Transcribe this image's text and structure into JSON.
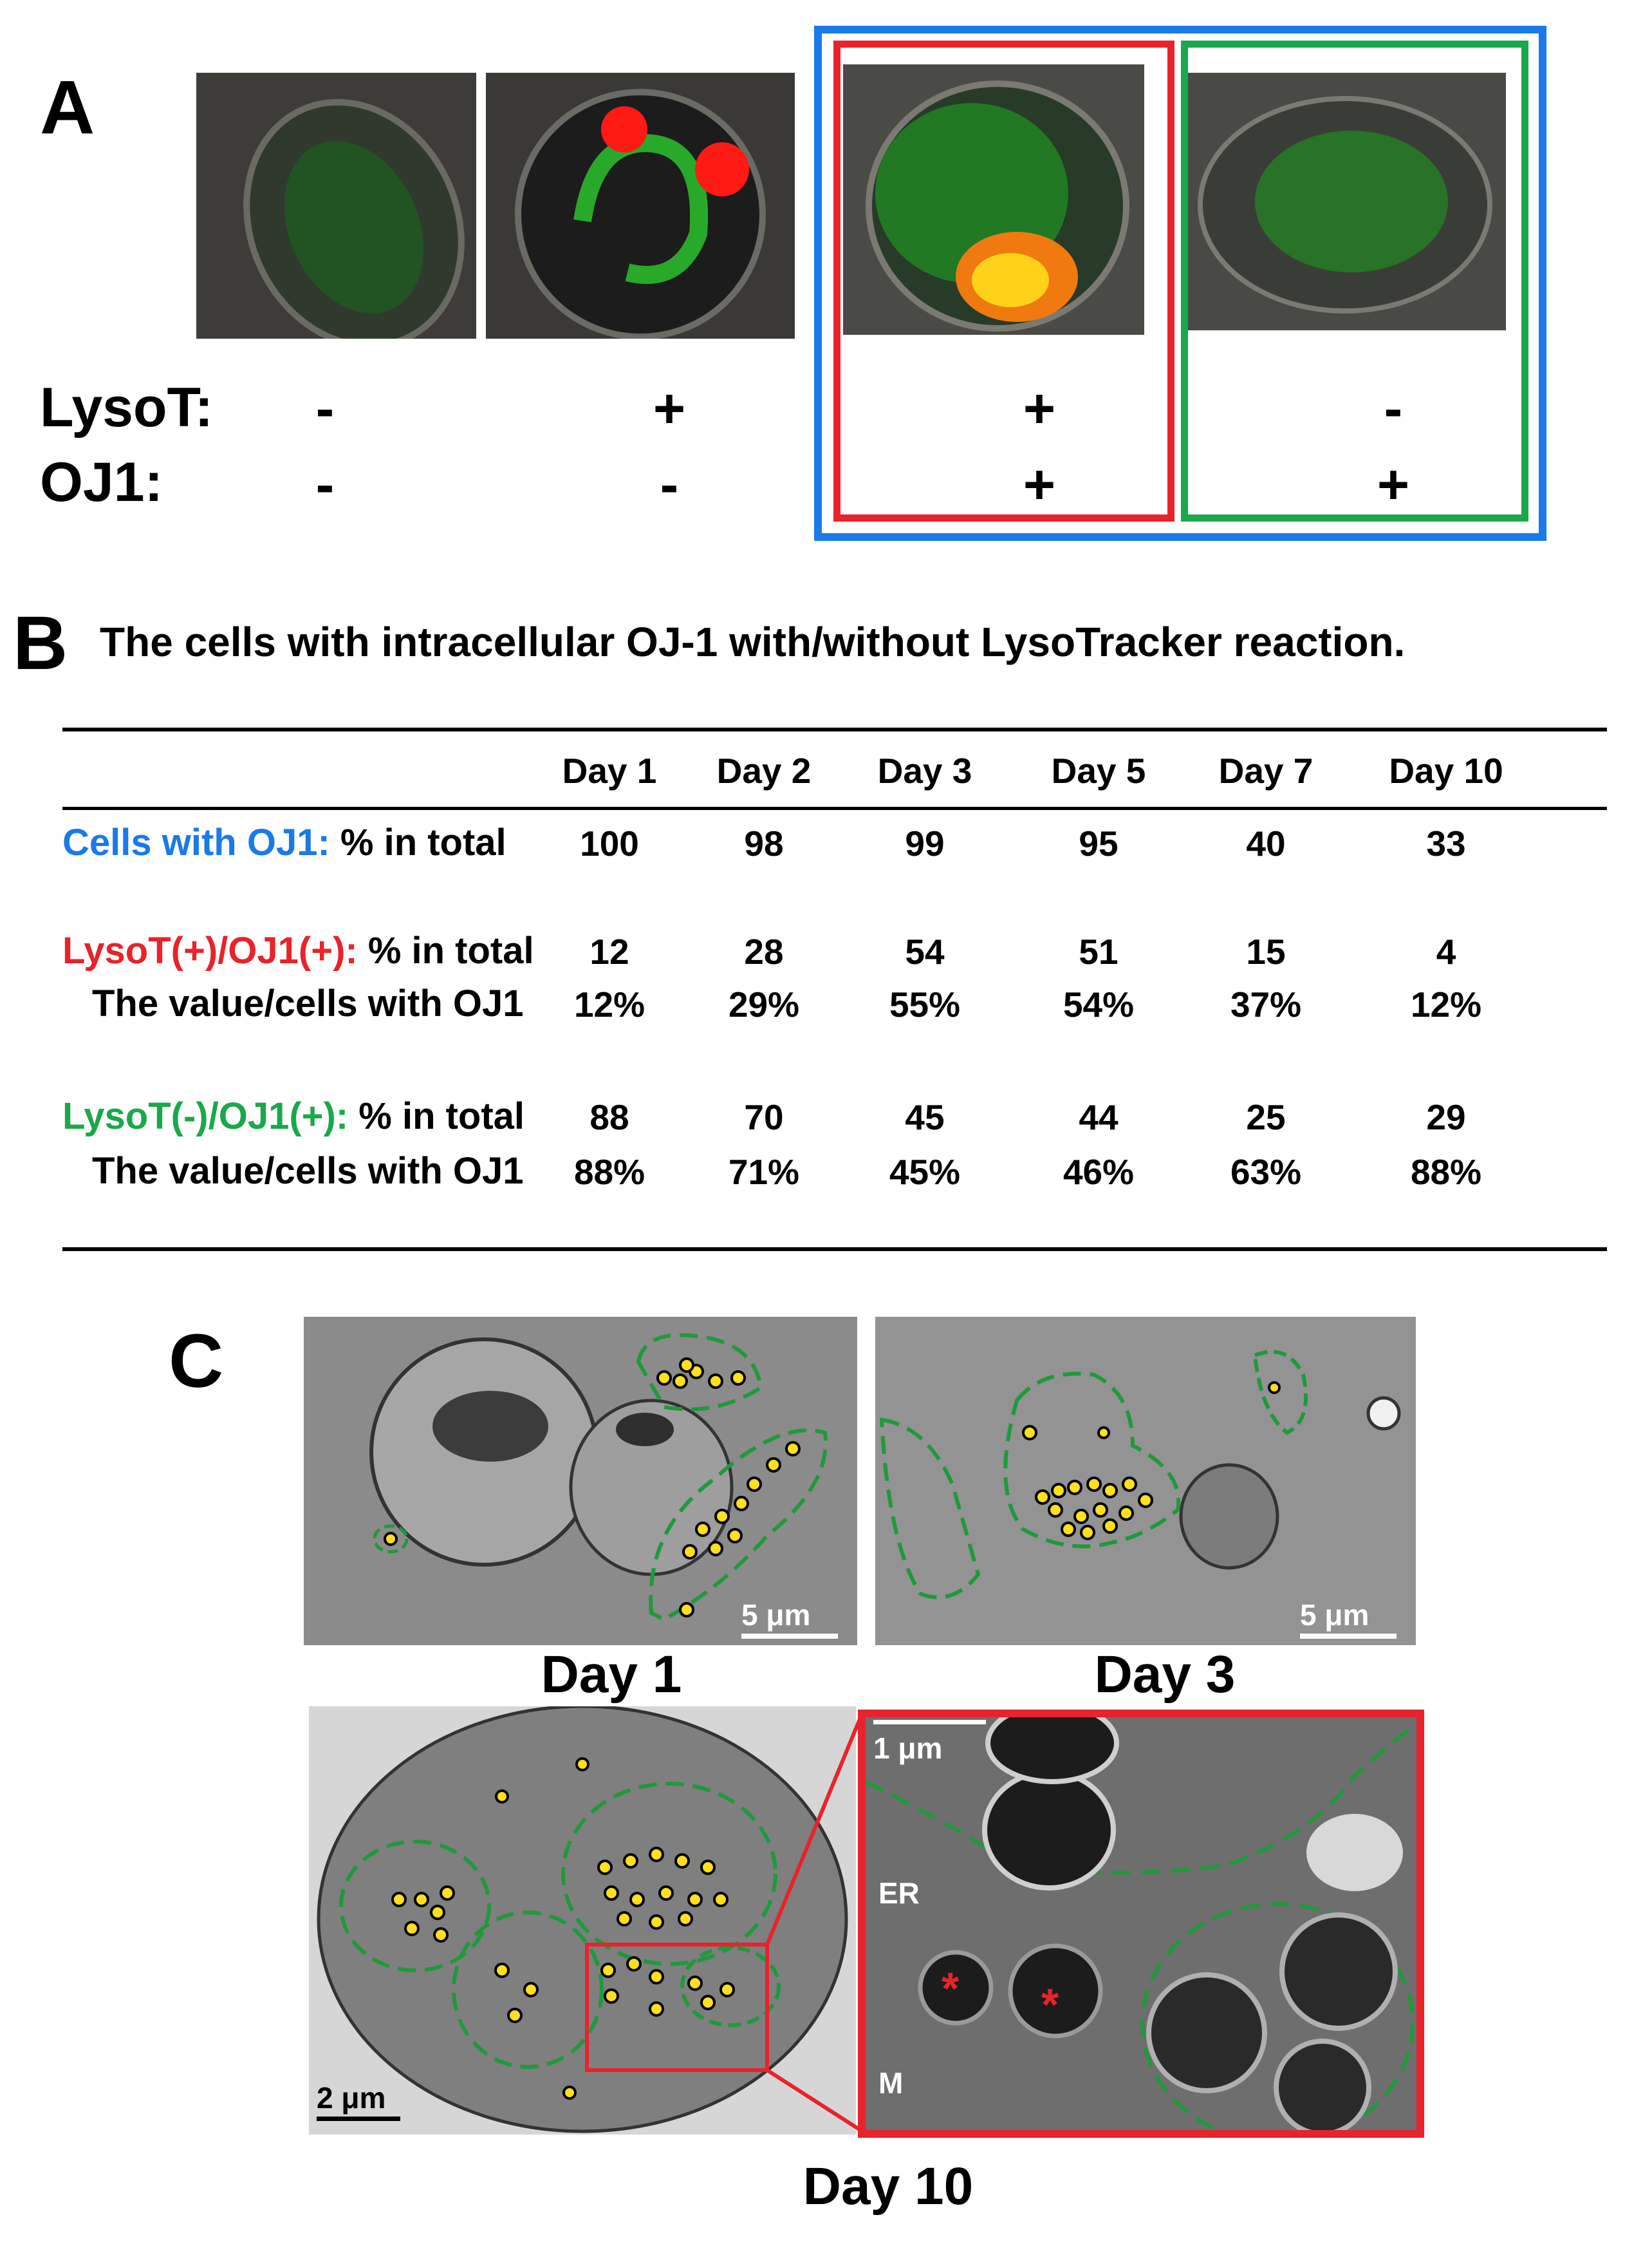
{
  "panelA": {
    "label": "A",
    "row_labels": {
      "lyso": "LysoT:",
      "oj1": "OJ1:"
    },
    "columns": [
      {
        "lyso": "-",
        "oj1": "-"
      },
      {
        "lyso": "+",
        "oj1": "-"
      },
      {
        "lyso": "+",
        "oj1": "+"
      },
      {
        "lyso": "-",
        "oj1": "+"
      }
    ],
    "colors": {
      "blue_frame": "#1a7ae8",
      "red_frame": "#e8232a",
      "green_frame": "#1aa84b"
    }
  },
  "panelB": {
    "label": "B",
    "title": "The cells with intracellular OJ-1 with/without LysoTracker reaction.",
    "headers": [
      "Day 1",
      "Day 2",
      "Day 3",
      "Day 5",
      "Day 7",
      "Day 10"
    ],
    "rows": [
      {
        "prefix": "Cells with OJ1:",
        "suffix": " % in total",
        "values": [
          "100",
          "98",
          "99",
          "95",
          "40",
          "33"
        ]
      },
      {
        "prefix": "LysoT(+)/OJ1(+):",
        "suffix": " % in total",
        "values": [
          "12",
          "28",
          "54",
          "51",
          "15",
          "4"
        ]
      },
      {
        "prefix": "",
        "suffix": "The value/cells with OJ1",
        "values": [
          "12%",
          "29%",
          "55%",
          "54%",
          "37%",
          "12%"
        ]
      },
      {
        "prefix": "LysoT(-)/OJ1(+):",
        "suffix": " % in total",
        "values": [
          "88",
          "70",
          "45",
          "44",
          "25",
          "29"
        ]
      },
      {
        "prefix": "",
        "suffix": "The value/cells with OJ1",
        "values": [
          "88%",
          "71%",
          "45%",
          "46%",
          "63%",
          "88%"
        ]
      }
    ],
    "colors": {
      "blue": "#1a7ae8",
      "red": "#e8232a",
      "green": "#1aa84b"
    }
  },
  "panelC": {
    "label": "C",
    "day1": "Day 1",
    "day3": "Day 3",
    "day10": "Day 10",
    "scale_5um": "5 μm",
    "scale_2um": "2 μm",
    "scale_1um": "1 μm",
    "er": "ER",
    "m": "M"
  }
}
